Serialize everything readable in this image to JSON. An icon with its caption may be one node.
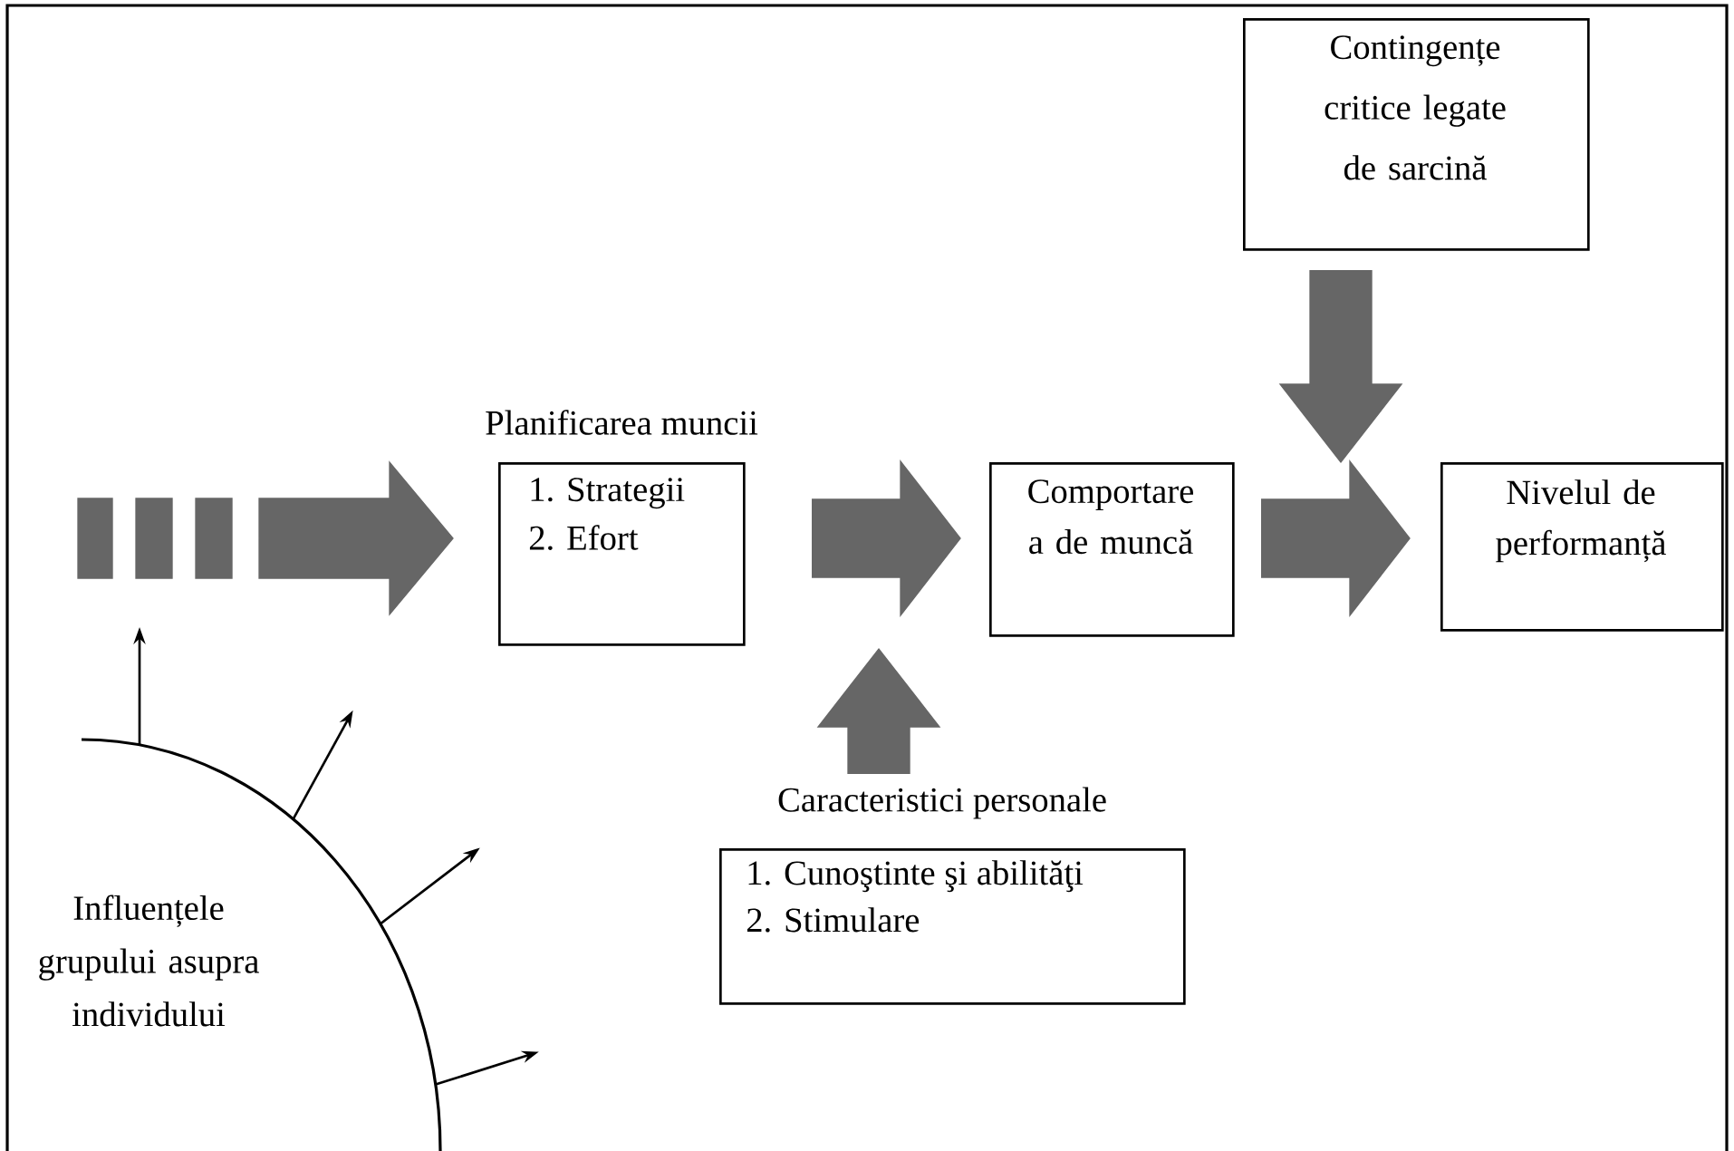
{
  "diagram": {
    "nodes": [
      {
        "text": [
          "Influențele grupului asupra individului"
        ]
      },
      {
        "text": [
          "Planificarea muncii",
          "1. Strategii",
          "2. Efort"
        ]
      },
      {
        "text": [
          "Comportare a de muncă"
        ]
      },
      {
        "text": [
          "Nivelul de performanță"
        ]
      },
      {
        "text": [
          "Contingențe critice legate de sarcină"
        ]
      },
      {
        "text": [
          "Caracteristici personale",
          "1. Cunoştinte şi abilităţi",
          "2. Stimulare"
        ]
      }
    ],
    "edges": [
      {
        "from": null,
        "to": 1,
        "arrow": "to",
        "style": "dashed"
      },
      {
        "from": 1,
        "to": 2,
        "arrow": "to",
        "style": "thick"
      },
      {
        "from": 2,
        "to": 3,
        "arrow": "to",
        "style": "thick"
      },
      {
        "from": 4,
        "to": null,
        "arrow": "to",
        "style": "thick"
      },
      {
        "from": 5,
        "to": null,
        "arrow": "to",
        "style": "thick"
      },
      {
        "from": 0,
        "to": null,
        "arrow": "to",
        "color": "#000000"
      },
      {
        "from": 0,
        "to": null,
        "arrow": "to",
        "color": "#000000"
      },
      {
        "from": 0,
        "to": null,
        "arrow": "to",
        "color": "#000000"
      },
      {
        "from": 0,
        "to": null,
        "arrow": "to",
        "color": "#000000"
      }
    ]
  }
}
